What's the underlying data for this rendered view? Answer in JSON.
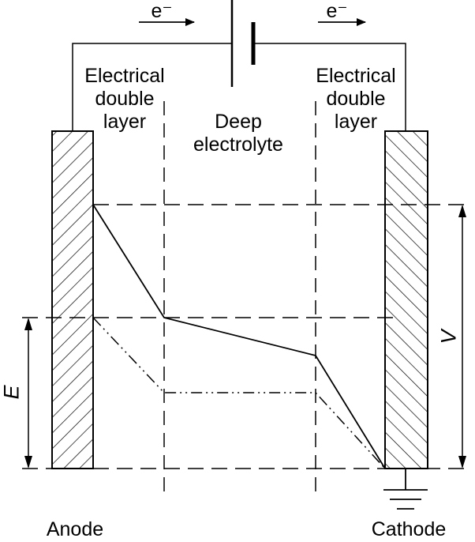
{
  "labels": {
    "electron_left": "e⁻",
    "electron_right": "e⁻",
    "left_layer": [
      "Electrical",
      "double",
      "layer"
    ],
    "right_layer": [
      "Electrical",
      "double",
      "layer"
    ],
    "middle": [
      "Deep",
      "electrolyte"
    ],
    "potential_e": "E",
    "voltage_v": "V",
    "anode": "Anode",
    "cathode": "Cathode"
  },
  "colors": {
    "line": "#000000",
    "background": "#ffffff"
  }
}
